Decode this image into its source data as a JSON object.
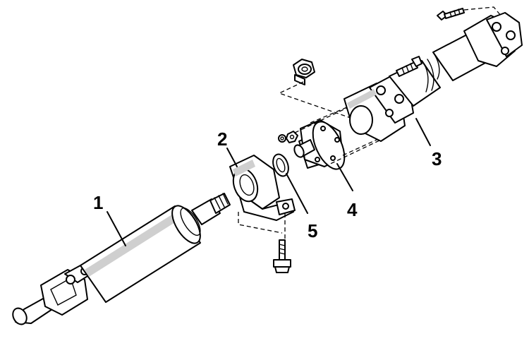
{
  "callouts": [
    {
      "id": "1",
      "label": "1"
    },
    {
      "id": "2",
      "label": "2"
    },
    {
      "id": "3",
      "label": "3"
    },
    {
      "id": "4",
      "label": "4"
    },
    {
      "id": "5",
      "label": "5"
    }
  ],
  "colors": {
    "line": "#000000",
    "background": "#ffffff",
    "shade": "#cfcfcf"
  }
}
